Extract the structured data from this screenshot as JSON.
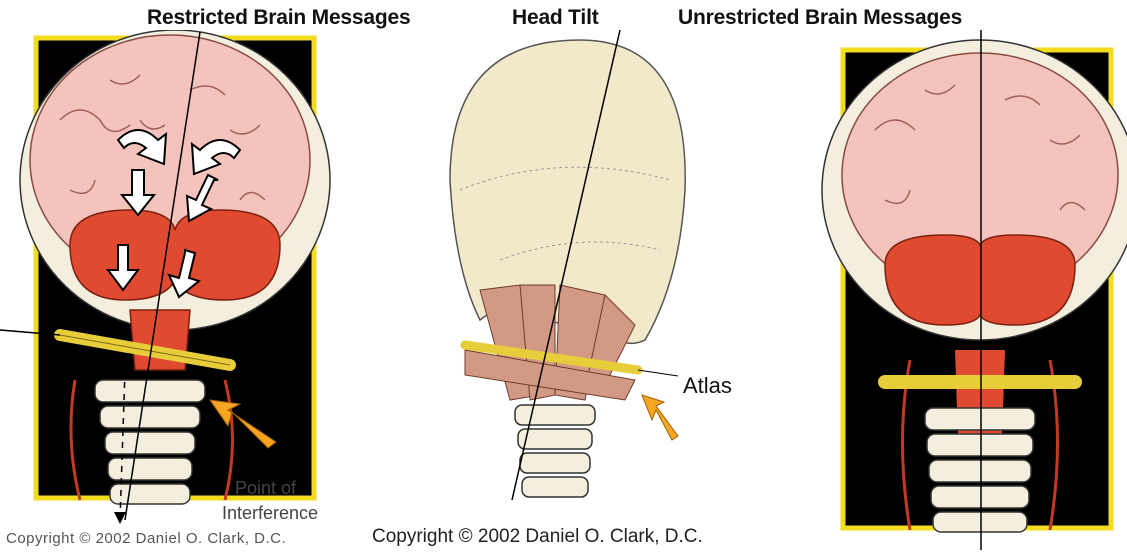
{
  "headings": {
    "left": "Restricted Brain Messages",
    "center": "Head Tilt",
    "right": "Unrestricted Brain Messages"
  },
  "labels": {
    "point_of_interference_line1": "Point of",
    "point_of_interference_line2": "Interference",
    "atlas": "Atlas"
  },
  "copyright": {
    "left": "Copyright © 2002 Daniel O. Clark, D.C.",
    "center": "Copyright © 2002 Daniel O. Clark, D.C."
  },
  "colors": {
    "frame_yellow": "#f2dc1e",
    "background_black": "#000000",
    "brain_pink": "#f4c4bc",
    "cerebellum_red": "#e04a30",
    "bone": "#f3eedd",
    "skull_cream": "#f1e9c9",
    "muscle": "#d29a84",
    "atlas_yellow": "#e8cd3a",
    "arrow_orange": "#f6a623"
  }
}
